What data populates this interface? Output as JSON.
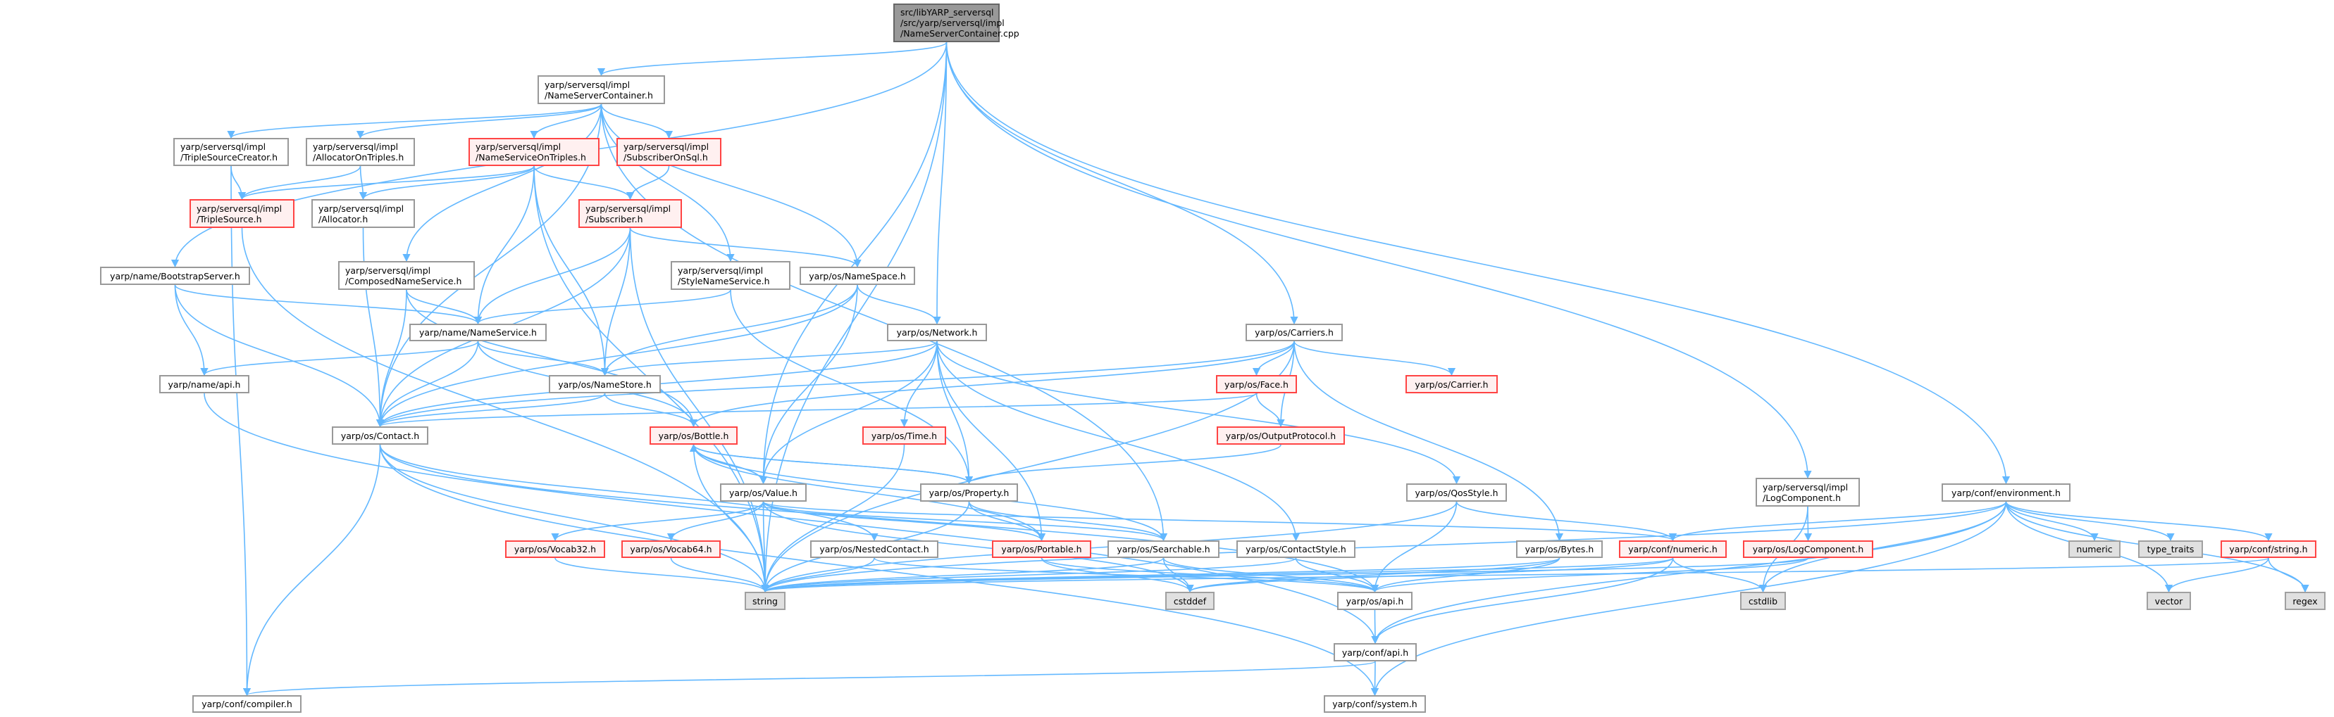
{
  "colors": {
    "edge": "#63b8ff",
    "node_border": "#999999",
    "highlight_border": "#ff4444",
    "highlight_fill": "#fff0f0",
    "system_fill": "#e0e0e0",
    "root_fill": "#999999"
  },
  "nodes": {
    "root": [
      "src/libYARP_serversql",
      "/src/yarp/serversql/impl",
      "/NameServerContainer.cpp"
    ],
    "nsc": [
      "yarp/serversql/impl",
      "/NameServerContainer.h"
    ],
    "tsc": [
      "yarp/serversql/impl",
      "/TripleSourceCreator.h"
    ],
    "aot": [
      "yarp/serversql/impl",
      "/AllocatorOnTriples.h"
    ],
    "nsot": [
      "yarp/serversql/impl",
      "/NameServiceOnTriples.h"
    ],
    "sos": [
      "yarp/serversql/impl",
      "/SubscriberOnSql.h"
    ],
    "ts": [
      "yarp/serversql/impl",
      "/TripleSource.h"
    ],
    "alloc": [
      "yarp/serversql/impl",
      "/Allocator.h"
    ],
    "sub": [
      "yarp/serversql/impl",
      "/Subscriber.h"
    ],
    "boot": [
      "yarp/name/BootstrapServer.h"
    ],
    "cns": [
      "yarp/serversql/impl",
      "/ComposedNameService.h"
    ],
    "sns": [
      "yarp/serversql/impl",
      "/StyleNameService.h"
    ],
    "nspace": [
      "yarp/os/NameSpace.h"
    ],
    "nserv": [
      "yarp/name/NameService.h"
    ],
    "napi": [
      "yarp/name/api.h"
    ],
    "nstore": [
      "yarp/os/NameStore.h"
    ],
    "network": [
      "yarp/os/Network.h"
    ],
    "carriers": [
      "yarp/os/Carriers.h"
    ],
    "face": [
      "yarp/os/Face.h"
    ],
    "carrier": [
      "yarp/os/Carrier.h"
    ],
    "contact": [
      "yarp/os/Contact.h"
    ],
    "bottle": [
      "yarp/os/Bottle.h"
    ],
    "time": [
      "yarp/os/Time.h"
    ],
    "outproto": [
      "yarp/os/OutputProtocol.h"
    ],
    "property": [
      "yarp/os/Property.h"
    ],
    "value": [
      "yarp/os/Value.h"
    ],
    "logsql": [
      "yarp/serversql/impl",
      "/LogComponent.h"
    ],
    "qos": [
      "yarp/os/QosStyle.h"
    ],
    "env": [
      "yarp/conf/environment.h"
    ],
    "vocab32": [
      "yarp/os/Vocab32.h"
    ],
    "vocab64": [
      "yarp/os/Vocab64.h"
    ],
    "nested": [
      "yarp/os/NestedContact.h"
    ],
    "portable": [
      "yarp/os/Portable.h"
    ],
    "searchable": [
      "yarp/os/Searchable.h"
    ],
    "cstyle": [
      "yarp/os/ContactStyle.h"
    ],
    "bytes": [
      "yarp/os/Bytes.h"
    ],
    "numh": [
      "yarp/conf/numeric.h"
    ],
    "oslog": [
      "yarp/os/LogComponent.h"
    ],
    "numeric": [
      "numeric"
    ],
    "typetraits": [
      "type_traits"
    ],
    "cstring": [
      "yarp/conf/string.h"
    ],
    "string": [
      "string"
    ],
    "cstddef": [
      "cstddef"
    ],
    "osapi": [
      "yarp/os/api.h"
    ],
    "cstdlib": [
      "cstdlib"
    ],
    "vector": [
      "vector"
    ],
    "regex": [
      "regex"
    ],
    "confapi": [
      "yarp/conf/api.h"
    ],
    "compiler": [
      "yarp/conf/compiler.h"
    ],
    "system": [
      "yarp/conf/system.h"
    ]
  },
  "edges": [
    [
      "root",
      "nsc"
    ],
    [
      "root",
      "boot"
    ],
    [
      "root",
      "string"
    ],
    [
      "root",
      "network"
    ],
    [
      "root",
      "value"
    ],
    [
      "root",
      "carriers"
    ],
    [
      "root",
      "logsql"
    ],
    [
      "root",
      "env"
    ],
    [
      "nsc",
      "tsc"
    ],
    [
      "nsc",
      "aot"
    ],
    [
      "nsc",
      "nsot"
    ],
    [
      "nsc",
      "sos"
    ],
    [
      "nsc",
      "cns"
    ],
    [
      "nsc",
      "sns"
    ],
    [
      "nsc",
      "nspace"
    ],
    [
      "nsc",
      "contact"
    ],
    [
      "nsc",
      "searchable"
    ],
    [
      "tsc",
      "ts"
    ],
    [
      "tsc",
      "compiler"
    ],
    [
      "aot",
      "ts"
    ],
    [
      "aot",
      "alloc"
    ],
    [
      "nsot",
      "ts"
    ],
    [
      "nsot",
      "alloc"
    ],
    [
      "nsot",
      "sub"
    ],
    [
      "nsot",
      "nserv"
    ],
    [
      "nsot",
      "nstore"
    ],
    [
      "nsot",
      "string"
    ],
    [
      "sos",
      "sub"
    ],
    [
      "ts",
      "string"
    ],
    [
      "alloc",
      "contact"
    ],
    [
      "sub",
      "nserv"
    ],
    [
      "sub",
      "nstore"
    ],
    [
      "sub",
      "string"
    ],
    [
      "sub",
      "nspace"
    ],
    [
      "sub",
      "contact"
    ],
    [
      "boot",
      "nserv"
    ],
    [
      "boot",
      "napi"
    ],
    [
      "boot",
      "contact"
    ],
    [
      "cns",
      "nserv"
    ],
    [
      "cns",
      "contact"
    ],
    [
      "cns",
      "bottle"
    ],
    [
      "sns",
      "nserv"
    ],
    [
      "sns",
      "property"
    ],
    [
      "nspace",
      "network"
    ],
    [
      "nspace",
      "contact"
    ],
    [
      "nspace",
      "nstore"
    ],
    [
      "nspace",
      "value"
    ],
    [
      "nserv",
      "napi"
    ],
    [
      "nserv",
      "contact"
    ],
    [
      "nserv",
      "nstore"
    ],
    [
      "nserv",
      "bottle"
    ],
    [
      "napi",
      "confapi"
    ],
    [
      "nstore",
      "contact"
    ],
    [
      "nstore",
      "bottle"
    ],
    [
      "network",
      "contact"
    ],
    [
      "network",
      "nstore"
    ],
    [
      "network",
      "value"
    ],
    [
      "network",
      "time"
    ],
    [
      "network",
      "property"
    ],
    [
      "network",
      "portable"
    ],
    [
      "network",
      "cstyle"
    ],
    [
      "network",
      "qos"
    ],
    [
      "carriers",
      "contact"
    ],
    [
      "carriers",
      "bottle"
    ],
    [
      "carriers",
      "face"
    ],
    [
      "carriers",
      "carrier"
    ],
    [
      "carriers",
      "outproto"
    ],
    [
      "carriers",
      "bytes"
    ],
    [
      "carriers",
      "string"
    ],
    [
      "face",
      "contact"
    ],
    [
      "face",
      "outproto"
    ],
    [
      "outproto",
      "property"
    ],
    [
      "contact",
      "string"
    ],
    [
      "contact",
      "compiler"
    ],
    [
      "contact",
      "system"
    ],
    [
      "contact",
      "nested"
    ],
    [
      "contact",
      "osapi"
    ],
    [
      "bottle",
      "string"
    ],
    [
      "bottle",
      "value"
    ],
    [
      "bottle",
      "property"
    ],
    [
      "bottle",
      "portable"
    ],
    [
      "bottle",
      "searchable"
    ],
    [
      "value",
      "bottle"
    ],
    [
      "value",
      "vocab32"
    ],
    [
      "value",
      "vocab64"
    ],
    [
      "value",
      "portable"
    ],
    [
      "value",
      "searchable"
    ],
    [
      "value",
      "string"
    ],
    [
      "value",
      "numh"
    ],
    [
      "value",
      "cstddef"
    ],
    [
      "property",
      "bottle"
    ],
    [
      "property",
      "portable"
    ],
    [
      "property",
      "searchable"
    ],
    [
      "property",
      "string"
    ],
    [
      "time",
      "string"
    ],
    [
      "qos",
      "string"
    ],
    [
      "qos",
      "osapi"
    ],
    [
      "qos",
      "numh"
    ],
    [
      "logsql",
      "oslog"
    ],
    [
      "logsql",
      "cstdlib"
    ],
    [
      "env",
      "numh"
    ],
    [
      "env",
      "numeric"
    ],
    [
      "env",
      "typetraits"
    ],
    [
      "env",
      "cstring"
    ],
    [
      "env",
      "vector"
    ],
    [
      "env",
      "regex"
    ],
    [
      "env",
      "cstdlib"
    ],
    [
      "env",
      "string"
    ],
    [
      "env",
      "confapi"
    ],
    [
      "env",
      "system"
    ],
    [
      "vocab32",
      "string"
    ],
    [
      "vocab64",
      "string"
    ],
    [
      "nested",
      "string"
    ],
    [
      "nested",
      "osapi"
    ],
    [
      "portable",
      "osapi"
    ],
    [
      "portable",
      "cstddef"
    ],
    [
      "searchable",
      "cstddef"
    ],
    [
      "searchable",
      "osapi"
    ],
    [
      "searchable",
      "string"
    ],
    [
      "cstyle",
      "osapi"
    ],
    [
      "cstyle",
      "string"
    ],
    [
      "bytes",
      "osapi"
    ],
    [
      "bytes",
      "cstddef"
    ],
    [
      "bytes",
      "string"
    ],
    [
      "numh",
      "cstdlib"
    ],
    [
      "numh",
      "confapi"
    ],
    [
      "numh",
      "string"
    ],
    [
      "numh",
      "cstddef"
    ],
    [
      "oslog",
      "osapi"
    ],
    [
      "oslog",
      "string"
    ],
    [
      "cstring",
      "vector"
    ],
    [
      "cstring",
      "regex"
    ],
    [
      "cstring",
      "string"
    ],
    [
      "osapi",
      "confapi"
    ],
    [
      "confapi",
      "system"
    ],
    [
      "confapi",
      "compiler"
    ]
  ]
}
